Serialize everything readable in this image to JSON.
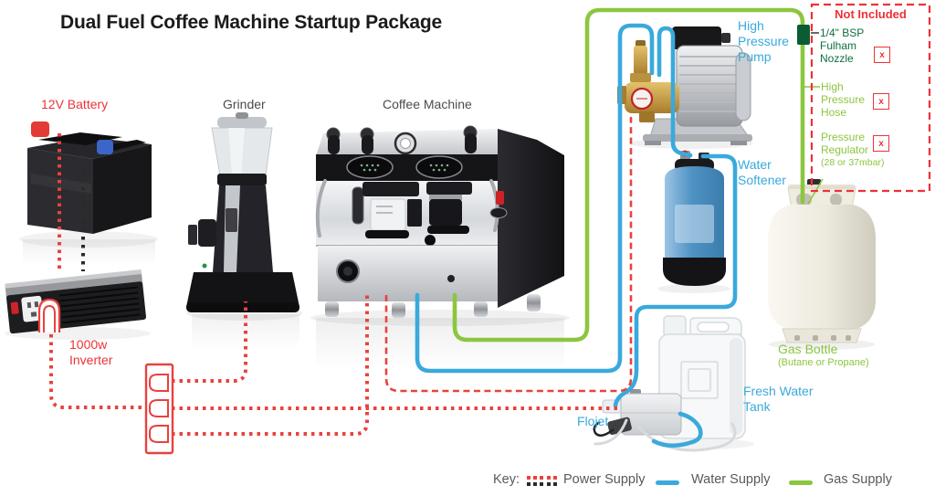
{
  "title": "Dual Fuel Coffee Machine Startup Package",
  "components": {
    "battery": {
      "label": "12V Battery"
    },
    "grinder": {
      "label": "Grinder"
    },
    "coffee_machine": {
      "label": "Coffee Machine"
    },
    "pump": {
      "lines": [
        "High",
        "Pressure",
        "Pump"
      ]
    },
    "water_softener": {
      "lines": [
        "Water",
        "Softener"
      ]
    },
    "gas_bottle": {
      "label": "Gas Bottle",
      "sub_label": "(Butane or Propane)"
    },
    "fresh_water_tank": {
      "lines": [
        "Fresh Water",
        "Tank"
      ]
    },
    "flojet": {
      "label": "Flojet"
    },
    "inverter": {
      "lines": [
        "1000w",
        "Inverter"
      ]
    }
  },
  "not_included": {
    "title": "Not Included",
    "x_mark": "x",
    "items": [
      {
        "lines": [
          "1/4\" BSP",
          "Fulham",
          "Nozzle"
        ],
        "color": "dark-green"
      },
      {
        "lines": [
          "High",
          "Pressure",
          "Hose"
        ],
        "color": "light-green"
      },
      {
        "lines": [
          "Pressure",
          "Regulator",
          "(28 or 37mbar)"
        ],
        "color": "light-green"
      }
    ]
  },
  "legend": {
    "key_label": "Key:",
    "power": "Power Supply",
    "water": "Water Supply",
    "gas": "Gas Supply"
  },
  "colors": {
    "power_red": "#e8423e",
    "power_black": "#2a2a2c",
    "water_blue": "#3aa9dc",
    "gas_green": "#8cc63e",
    "dark_green_text": "#0e6f3d",
    "red_text": "#ed3237",
    "key_gray": "#58595b"
  },
  "supply_lines": {
    "power": "battery > inverter > extension block > grinder / coffee machine / flojet; coffee machine > high pressure pump",
    "water": "fresh water tank > flojet > water softener > high pressure pump > coffee machine",
    "gas": "gas bottle > nozzle > coffee machine"
  }
}
